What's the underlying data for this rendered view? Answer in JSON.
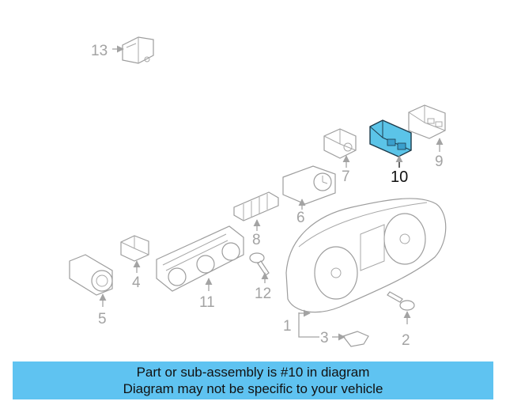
{
  "callouts": {
    "c1": "1",
    "c2": "2",
    "c3": "3",
    "c4": "4",
    "c5": "5",
    "c6": "6",
    "c7": "7",
    "c8": "8",
    "c9": "9",
    "c10": "10",
    "c11": "11",
    "c12": "12",
    "c13": "13"
  },
  "highlight": {
    "part": "10",
    "color": "#5bc4e8"
  },
  "banner": {
    "line1": "Part or sub-assembly is #10 in diagram",
    "line2": "Diagram may not be specific to your vehicle",
    "background": "#5fc3f1"
  }
}
